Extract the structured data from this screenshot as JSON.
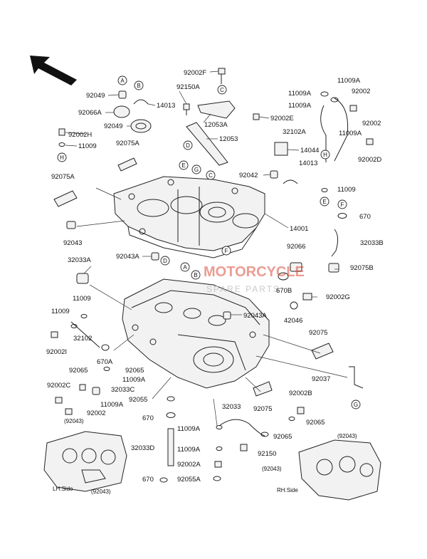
{
  "labels": {
    "l92049a": "92049",
    "l14013a": "14013",
    "l92066a": "92066A",
    "l92049b": "92049",
    "l92002h": "92002H",
    "l11009h": "11009",
    "l92075a_top": "92075A",
    "l92002f": "92002F",
    "l92150a": "92150A",
    "l12053a": "12053A",
    "l12053": "12053",
    "l92002e": "92002E",
    "l14044": "14044",
    "l92042": "92042",
    "l14013b": "14013",
    "l11009a_r1": "11009A",
    "l11009a_r2": "11009A",
    "l11009a_r3": "11009A",
    "l11009a_r4": "11009A",
    "l92002_r1": "92002",
    "l92002_r2": "92002",
    "l32102a": "32102A",
    "l92002d": "92002D",
    "l11009_r": "11009",
    "l670_r": "670",
    "l32033b": "32033B",
    "l92075b": "92075B",
    "l92075a_left": "92075A",
    "l92043_left": "92043",
    "l14001": "14001",
    "l32033a": "32033A",
    "l92043a_1": "92043A",
    "l92066": "92066",
    "l670b": "670B",
    "l92002g": "92002G",
    "l92043a_2": "92043A",
    "l42046": "42046",
    "l11009_l1": "11009",
    "l11009_l2": "11009",
    "l92002i": "92002I",
    "l32102": "32102",
    "l670a": "670A",
    "l92075_r": "92075",
    "l92065_1": "92065",
    "l92065_2": "92065",
    "l11009a_c": "11009A",
    "l92002c": "92002C",
    "l32033c": "32033C",
    "l11009a_d": "11009A",
    "l92002_b": "92002",
    "l92055": "92055",
    "l92037": "92037",
    "l670_c": "670",
    "l32033": "32033",
    "l92002b": "92002B",
    "l92065_r": "92065",
    "l92075_c": "92075",
    "l32033d": "32033D",
    "l11009a_e": "11009A",
    "l92065_r2": "92065",
    "l11009a_f": "11009A",
    "l92150": "92150",
    "l92002a": "92002A",
    "l670_d": "670",
    "l92055a": "92055A",
    "lh_92043_top": "(92043)",
    "lh_92043_bot": "(92043)",
    "rh_92043_top": "(92043)",
    "rh_92043_left": "(92043)",
    "lh_side": "LH.Side",
    "rh_side": "RH.Side"
  },
  "callouts": {
    "A1": "A",
    "B1": "B",
    "C1": "C",
    "D1": "D",
    "H1": "H",
    "E1": "E",
    "G1": "G",
    "C2": "C",
    "A2": "A",
    "B2": "B",
    "D2": "D",
    "F1": "F",
    "H2": "H",
    "E2": "E",
    "F2": "F",
    "G2": "G"
  },
  "watermark": {
    "line1": "MOTORCYCLE",
    "line2": "SPARE PARTS"
  },
  "colors": {
    "watermark_red": "#d94a3a",
    "ink": "#222222"
  }
}
